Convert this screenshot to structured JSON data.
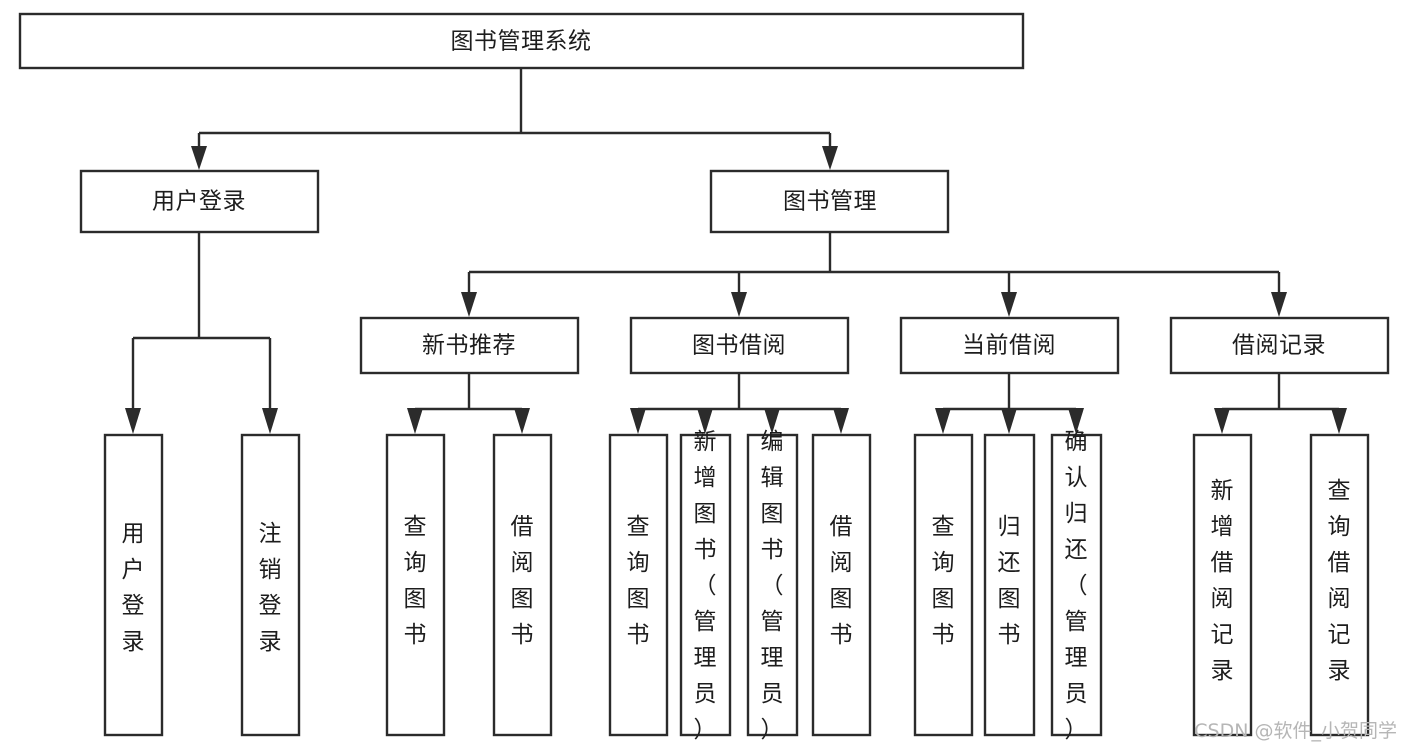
{
  "diagram": {
    "type": "tree",
    "title": "图书管理系统",
    "root": {
      "id": "root",
      "label": "图书管理系统",
      "orientation": "horizontal"
    },
    "level2": [
      {
        "id": "user-login",
        "label": "用户登录",
        "orientation": "horizontal"
      },
      {
        "id": "book-manage",
        "label": "图书管理",
        "orientation": "horizontal"
      }
    ],
    "level3": [
      {
        "id": "new-book-recommend",
        "label": "新书推荐",
        "parent": "book-manage",
        "orientation": "horizontal"
      },
      {
        "id": "book-borrow",
        "label": "图书借阅",
        "parent": "book-manage",
        "orientation": "horizontal"
      },
      {
        "id": "current-borrow",
        "label": "当前借阅",
        "parent": "book-manage",
        "orientation": "horizontal"
      },
      {
        "id": "borrow-record",
        "label": "借阅记录",
        "parent": "book-manage",
        "orientation": "horizontal"
      }
    ],
    "leaves": [
      {
        "id": "leaf-user-login",
        "label": "用户登录",
        "parent": "user-login",
        "orientation": "vertical"
      },
      {
        "id": "leaf-logout",
        "label": "注销登录",
        "parent": "user-login",
        "orientation": "vertical"
      },
      {
        "id": "leaf-query-book-1",
        "label": "查询图书",
        "parent": "new-book-recommend",
        "orientation": "vertical"
      },
      {
        "id": "leaf-borrow-book-1",
        "label": "借阅图书",
        "parent": "new-book-recommend",
        "orientation": "vertical"
      },
      {
        "id": "leaf-query-book-2",
        "label": "查询图书",
        "parent": "book-borrow",
        "orientation": "vertical"
      },
      {
        "id": "leaf-add-book",
        "label": "新增图书（管理员）",
        "parent": "book-borrow",
        "orientation": "vertical"
      },
      {
        "id": "leaf-edit-book",
        "label": "编辑图书（管理员）",
        "parent": "book-borrow",
        "orientation": "vertical"
      },
      {
        "id": "leaf-borrow-book-2",
        "label": "借阅图书",
        "parent": "book-borrow",
        "orientation": "vertical"
      },
      {
        "id": "leaf-query-book-3",
        "label": "查询图书",
        "parent": "current-borrow",
        "orientation": "vertical"
      },
      {
        "id": "leaf-return-book",
        "label": "归还图书",
        "parent": "current-borrow",
        "orientation": "vertical"
      },
      {
        "id": "leaf-confirm-return",
        "label": "确认归还（管理员）",
        "parent": "current-borrow",
        "orientation": "vertical"
      },
      {
        "id": "leaf-add-record",
        "label": "新增借阅记录",
        "parent": "borrow-record",
        "orientation": "vertical"
      },
      {
        "id": "leaf-query-record",
        "label": "查询借阅记录",
        "parent": "borrow-record",
        "orientation": "vertical"
      }
    ],
    "colors": {
      "stroke": "#2b2b2b",
      "fill": "#ffffff",
      "text": "#1d1d1d",
      "watermark": "#b6b6b6"
    }
  },
  "watermark": {
    "text": "CSDN @软件_小贺同学"
  }
}
